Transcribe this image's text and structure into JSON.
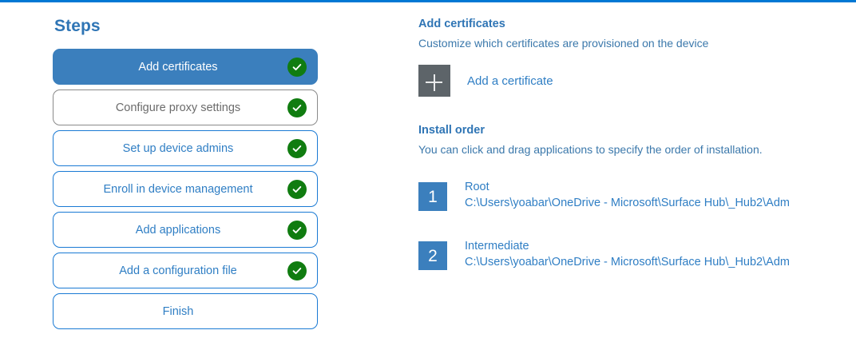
{
  "theme": {
    "accent_blue": "#0078d4",
    "heading_blue": "#2f75b5",
    "link_blue": "#2f7ec4",
    "selected_fill": "#3b7fbd",
    "success_green": "#107c10",
    "muted_gray": "#6b6b6b",
    "plus_square_gray": "#5d6469"
  },
  "steps_panel": {
    "title": "Steps",
    "items": [
      {
        "label": "Add certificates",
        "state": "selected",
        "completed": true
      },
      {
        "label": "Configure proxy settings",
        "state": "muted",
        "completed": true
      },
      {
        "label": "Set up device admins",
        "state": "default",
        "completed": true
      },
      {
        "label": "Enroll in device management",
        "state": "default",
        "completed": true
      },
      {
        "label": "Add applications",
        "state": "default",
        "completed": true
      },
      {
        "label": "Add a configuration file",
        "state": "default",
        "completed": true
      },
      {
        "label": "Finish",
        "state": "default",
        "completed": false
      }
    ]
  },
  "detail_panel": {
    "certificates": {
      "heading": "Add certificates",
      "subtitle": "Customize which certificates are provisioned on the device",
      "add_button_label": "Add a certificate",
      "add_button_icon": "plus-icon"
    },
    "install_order": {
      "heading": "Install order",
      "subtitle": "You can click and drag applications to specify the order of installation.",
      "items": [
        {
          "number": "1",
          "name": "Root",
          "path": "C:\\Users\\yoabar\\OneDrive - Microsoft\\Surface Hub\\_Hub2\\Adm"
        },
        {
          "number": "2",
          "name": "Intermediate",
          "path": "C:\\Users\\yoabar\\OneDrive - Microsoft\\Surface Hub\\_Hub2\\Adm"
        }
      ]
    }
  }
}
